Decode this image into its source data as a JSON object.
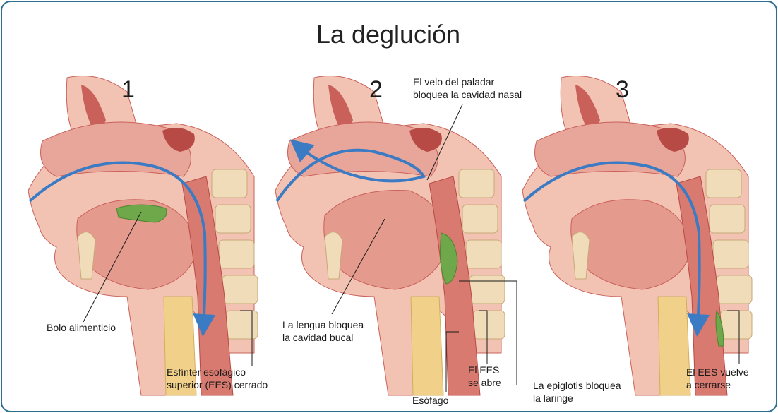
{
  "title": "La deglución",
  "panels": [
    {
      "number": "1"
    },
    {
      "number": "2"
    },
    {
      "number": "3"
    }
  ],
  "labels": {
    "bolo": "Bolo alimenticio",
    "ees_cerrado_1": "Esfínter esofágico",
    "ees_cerrado_2": "superior (EES) cerrado",
    "velo_1": "El velo del paladar",
    "velo_2": "bloquea la cavidad nasal",
    "lengua_1": "La lengua bloquea",
    "lengua_2": "la cavidad bucal",
    "esofago": "Esófago",
    "ees_abre_1": "El EES",
    "ees_abre_2": "se abre",
    "epiglotis_1": "La epiglotis bloquea",
    "epiglotis_2": "la laringe",
    "ees_cierra_1": "El EES vuelve",
    "ees_cierra_2": "a cerrarse"
  },
  "colors": {
    "frame": "#2f6d91",
    "tissue": "#e8a59a",
    "tissue_dark": "#c9605a",
    "bone": "#f0dcb8",
    "bolus": "#6ea84a",
    "arrow": "#3a7bc4",
    "skin": "#f2c3b3",
    "trachea": "#f1d18a"
  }
}
